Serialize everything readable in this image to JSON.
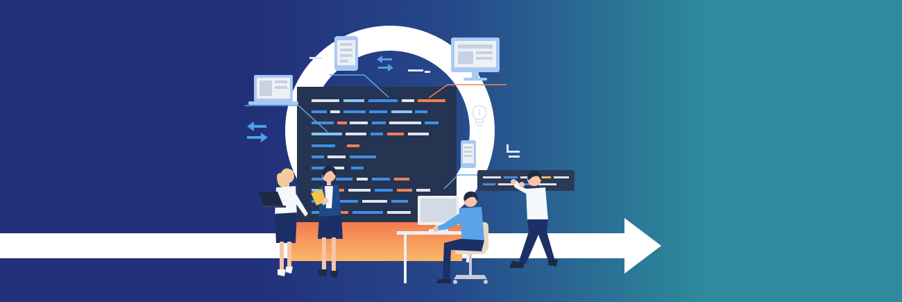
{
  "colors": {
    "bg_left": "#22307a",
    "bg_mid": "#26488a",
    "bg_right": "#2e8a9c",
    "ring": "#ffffff",
    "screen": "#253451",
    "code_white": "#dfe4ee",
    "code_blue": "#3f8ee8",
    "code_light": "#8cc6f4",
    "code_orange": "#f0805a",
    "base_top": "#f47a4e",
    "base_bottom": "#fbb86a",
    "arrow": "#ffffff",
    "device_frame": "#a9c9f3",
    "device_screen": "#eef0f4",
    "skin": "#f6c4a8",
    "blonde_hair": "#f2d08a",
    "dark_hair": "#1e2a44",
    "navy": "#1c2f66",
    "shirt_blue": "#5aa3e8",
    "shirt_white": "#f4f7fb",
    "chair": "#e9d8c4"
  },
  "icons": [
    "laptop-icon",
    "tablet-icon",
    "monitor-icon",
    "phone-icon",
    "lightbulb-icon",
    "sync-arrows-icon"
  ],
  "people": [
    "woman-with-laptop",
    "woman-with-tablet",
    "man-at-computer",
    "man-carrying-panel"
  ]
}
